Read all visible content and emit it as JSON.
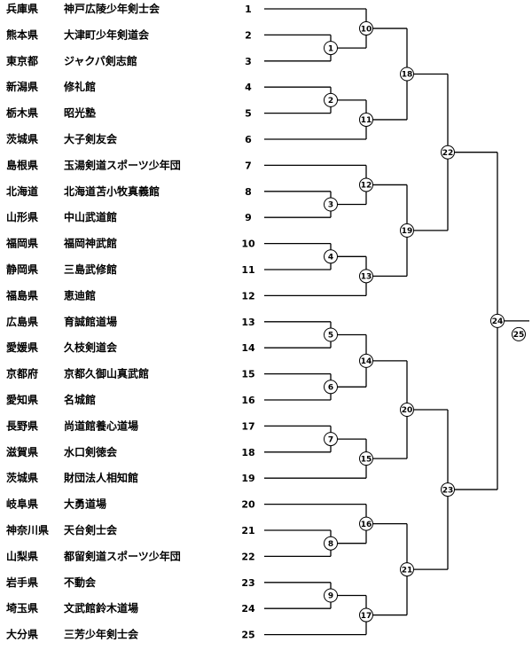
{
  "entries": [
    {
      "seed": "1",
      "prefecture": "兵庫県",
      "club": "神戸広陵少年剣士会"
    },
    {
      "seed": "2",
      "prefecture": "熊本県",
      "club": "大津町少年剣道会"
    },
    {
      "seed": "3",
      "prefecture": "東京都",
      "club": "ジャクパ剣志館"
    },
    {
      "seed": "4",
      "prefecture": "新潟県",
      "club": "修礼館"
    },
    {
      "seed": "5",
      "prefecture": "栃木県",
      "club": "昭光塾"
    },
    {
      "seed": "6",
      "prefecture": "茨城県",
      "club": "大子剣友会"
    },
    {
      "seed": "7",
      "prefecture": "島根県",
      "club": "玉湯剣道スポーツ少年団"
    },
    {
      "seed": "8",
      "prefecture": "北海道",
      "club": "北海道苫小牧真義館"
    },
    {
      "seed": "9",
      "prefecture": "山形県",
      "club": "中山武道館"
    },
    {
      "seed": "10",
      "prefecture": "福岡県",
      "club": "福岡神武館"
    },
    {
      "seed": "11",
      "prefecture": "静岡県",
      "club": "三島武修館"
    },
    {
      "seed": "12",
      "prefecture": "福島県",
      "club": "恵迪館"
    },
    {
      "seed": "13",
      "prefecture": "広島県",
      "club": "育誠館道場"
    },
    {
      "seed": "14",
      "prefecture": "愛媛県",
      "club": "久枝剣道会"
    },
    {
      "seed": "15",
      "prefecture": "京都府",
      "club": "京都久御山真武館"
    },
    {
      "seed": "16",
      "prefecture": "愛知県",
      "club": "名城館"
    },
    {
      "seed": "17",
      "prefecture": "長野県",
      "club": "尚道館養心道場"
    },
    {
      "seed": "18",
      "prefecture": "滋賀県",
      "club": "水口剣徳会"
    },
    {
      "seed": "19",
      "prefecture": "茨城県",
      "club": "財団法人相知館"
    },
    {
      "seed": "20",
      "prefecture": "岐阜県",
      "club": "大勇道場"
    },
    {
      "seed": "21",
      "prefecture": "神奈川県",
      "club": "天台剣士会"
    },
    {
      "seed": "22",
      "prefecture": "山梨県",
      "club": "都留剣道スポーツ少年団"
    },
    {
      "seed": "23",
      "prefecture": "岩手県",
      "club": "不動会"
    },
    {
      "seed": "24",
      "prefecture": "埼玉県",
      "club": "文武館鈴木道場"
    },
    {
      "seed": "25",
      "prefecture": "大分県",
      "club": "三芳少年剣士会"
    }
  ],
  "matches": [
    {
      "id": "m1",
      "label": "1",
      "a": "s2",
      "b": "s3"
    },
    {
      "id": "m2",
      "label": "2",
      "a": "s4",
      "b": "s5"
    },
    {
      "id": "m3",
      "label": "3",
      "a": "s8",
      "b": "s9"
    },
    {
      "id": "m4",
      "label": "4",
      "a": "s10",
      "b": "s11"
    },
    {
      "id": "m5",
      "label": "5",
      "a": "s13",
      "b": "s14"
    },
    {
      "id": "m6",
      "label": "6",
      "a": "s15",
      "b": "s16"
    },
    {
      "id": "m7",
      "label": "7",
      "a": "s17",
      "b": "s18"
    },
    {
      "id": "m8",
      "label": "8",
      "a": "s21",
      "b": "s22"
    },
    {
      "id": "m9",
      "label": "9",
      "a": "s23",
      "b": "s24"
    },
    {
      "id": "m10",
      "label": "10",
      "a": "s1",
      "b": "m1"
    },
    {
      "id": "m11",
      "label": "11",
      "a": "m2",
      "b": "s6"
    },
    {
      "id": "m12",
      "label": "12",
      "a": "s7",
      "b": "m3"
    },
    {
      "id": "m13",
      "label": "13",
      "a": "m4",
      "b": "s12"
    },
    {
      "id": "m14",
      "label": "14",
      "a": "m5",
      "b": "m6"
    },
    {
      "id": "m15",
      "label": "15",
      "a": "m7",
      "b": "s19"
    },
    {
      "id": "m16",
      "label": "16",
      "a": "s20",
      "b": "m8"
    },
    {
      "id": "m17",
      "label": "17",
      "a": "m9",
      "b": "s25"
    },
    {
      "id": "m18",
      "label": "18",
      "a": "m10",
      "b": "m11"
    },
    {
      "id": "m19",
      "label": "19",
      "a": "m12",
      "b": "m13"
    },
    {
      "id": "m20",
      "label": "20",
      "a": "m14",
      "b": "m15"
    },
    {
      "id": "m21",
      "label": "21",
      "a": "m16",
      "b": "m17"
    },
    {
      "id": "m22",
      "label": "22",
      "a": "m18",
      "b": "m19"
    },
    {
      "id": "m23",
      "label": "23",
      "a": "m20",
      "b": "m21"
    },
    {
      "id": "m24",
      "label": "24",
      "a": "m22",
      "b": "m23"
    }
  ],
  "final": {
    "id": "m25",
    "label": "25",
    "from": "m24"
  }
}
